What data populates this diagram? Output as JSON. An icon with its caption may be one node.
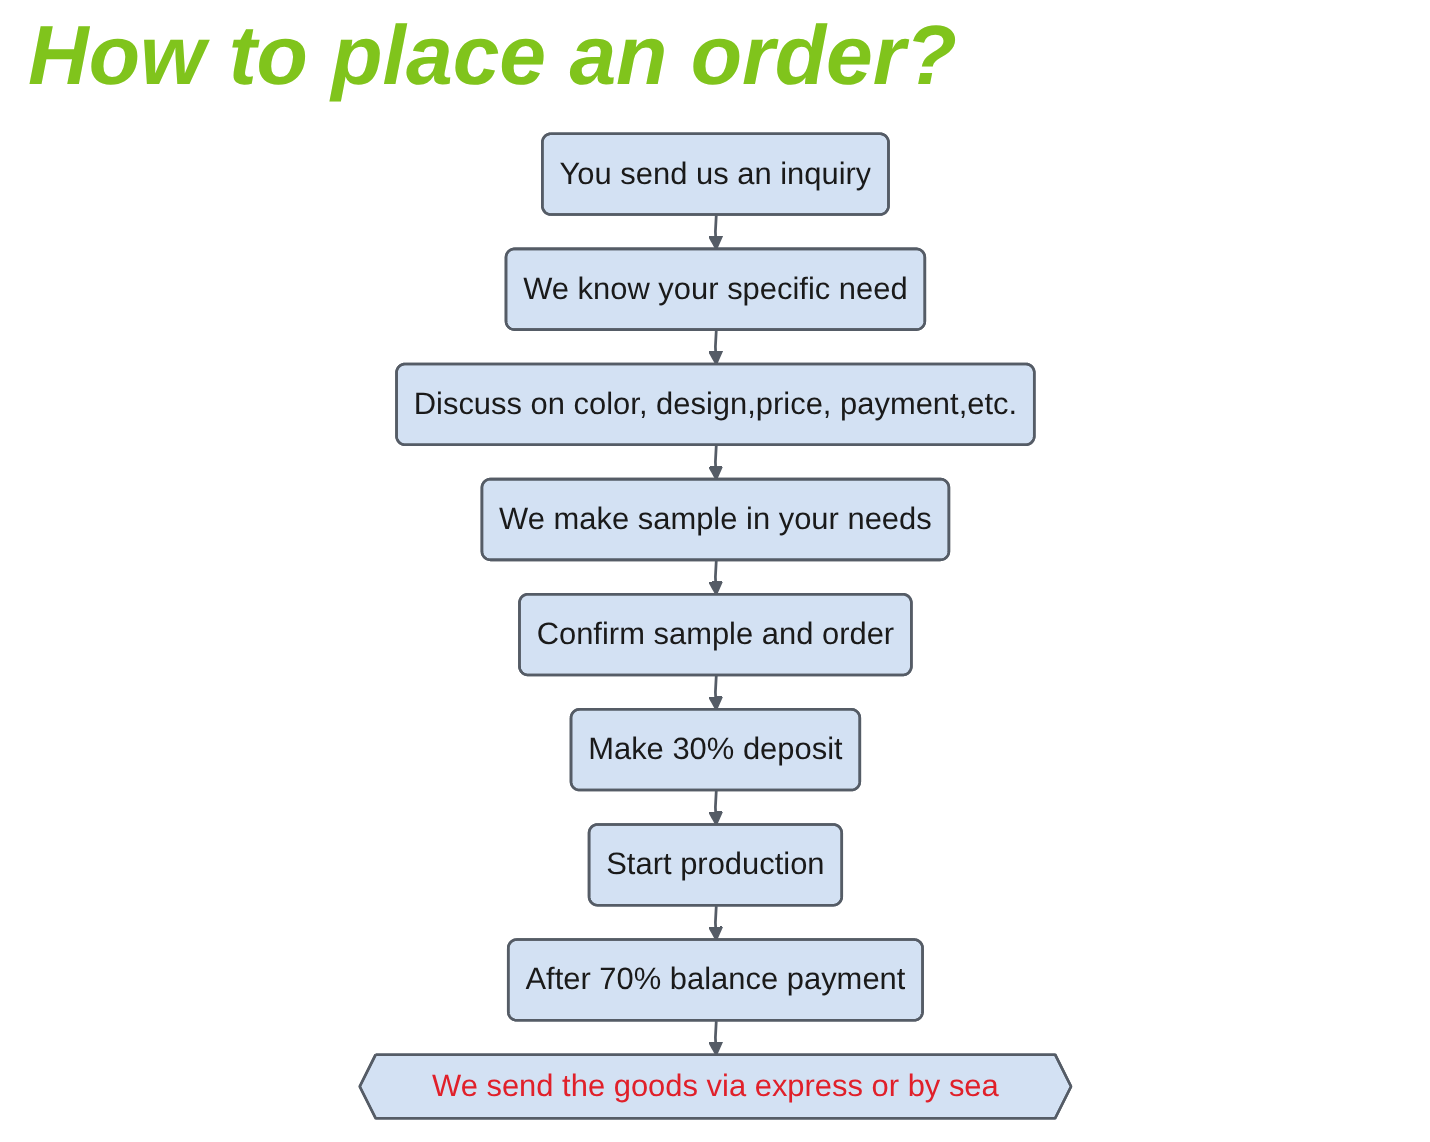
{
  "diagram": {
    "title": "How to place an order?",
    "nodes": [
      {
        "text": [
          "You send us an inquiry"
        ]
      },
      {
        "text": [
          "After 70% balance payment"
        ]
      },
      {
        "text": [
          "Start production"
        ]
      },
      {
        "text": [
          "We know your specific need"
        ]
      },
      {
        "text": [
          "We send the goods via express or by sea"
        ]
      },
      {
        "text": [
          "Make 30% deposit"
        ]
      },
      {
        "text": [
          "Discuss on color, design,price, payment,etc."
        ]
      },
      {
        "text": [
          "We make sample in your needs"
        ]
      },
      {
        "text": [
          "Confirm sample and order"
        ]
      }
    ],
    "edges": [
      {
        "from": 0,
        "to": 3,
        "arrow": "to"
      },
      {
        "from": 3,
        "to": 6,
        "arrow": "to"
      },
      {
        "from": 6,
        "to": 7,
        "arrow": "to"
      },
      {
        "from": 7,
        "to": 8,
        "arrow": "to"
      },
      {
        "from": 8,
        "to": 5,
        "arrow": "to"
      },
      {
        "from": 5,
        "to": 2,
        "arrow": "to"
      },
      {
        "from": 2,
        "to": 1,
        "arrow": "to"
      },
      {
        "from": 1,
        "to": 4,
        "arrow": "to"
      }
    ]
  }
}
